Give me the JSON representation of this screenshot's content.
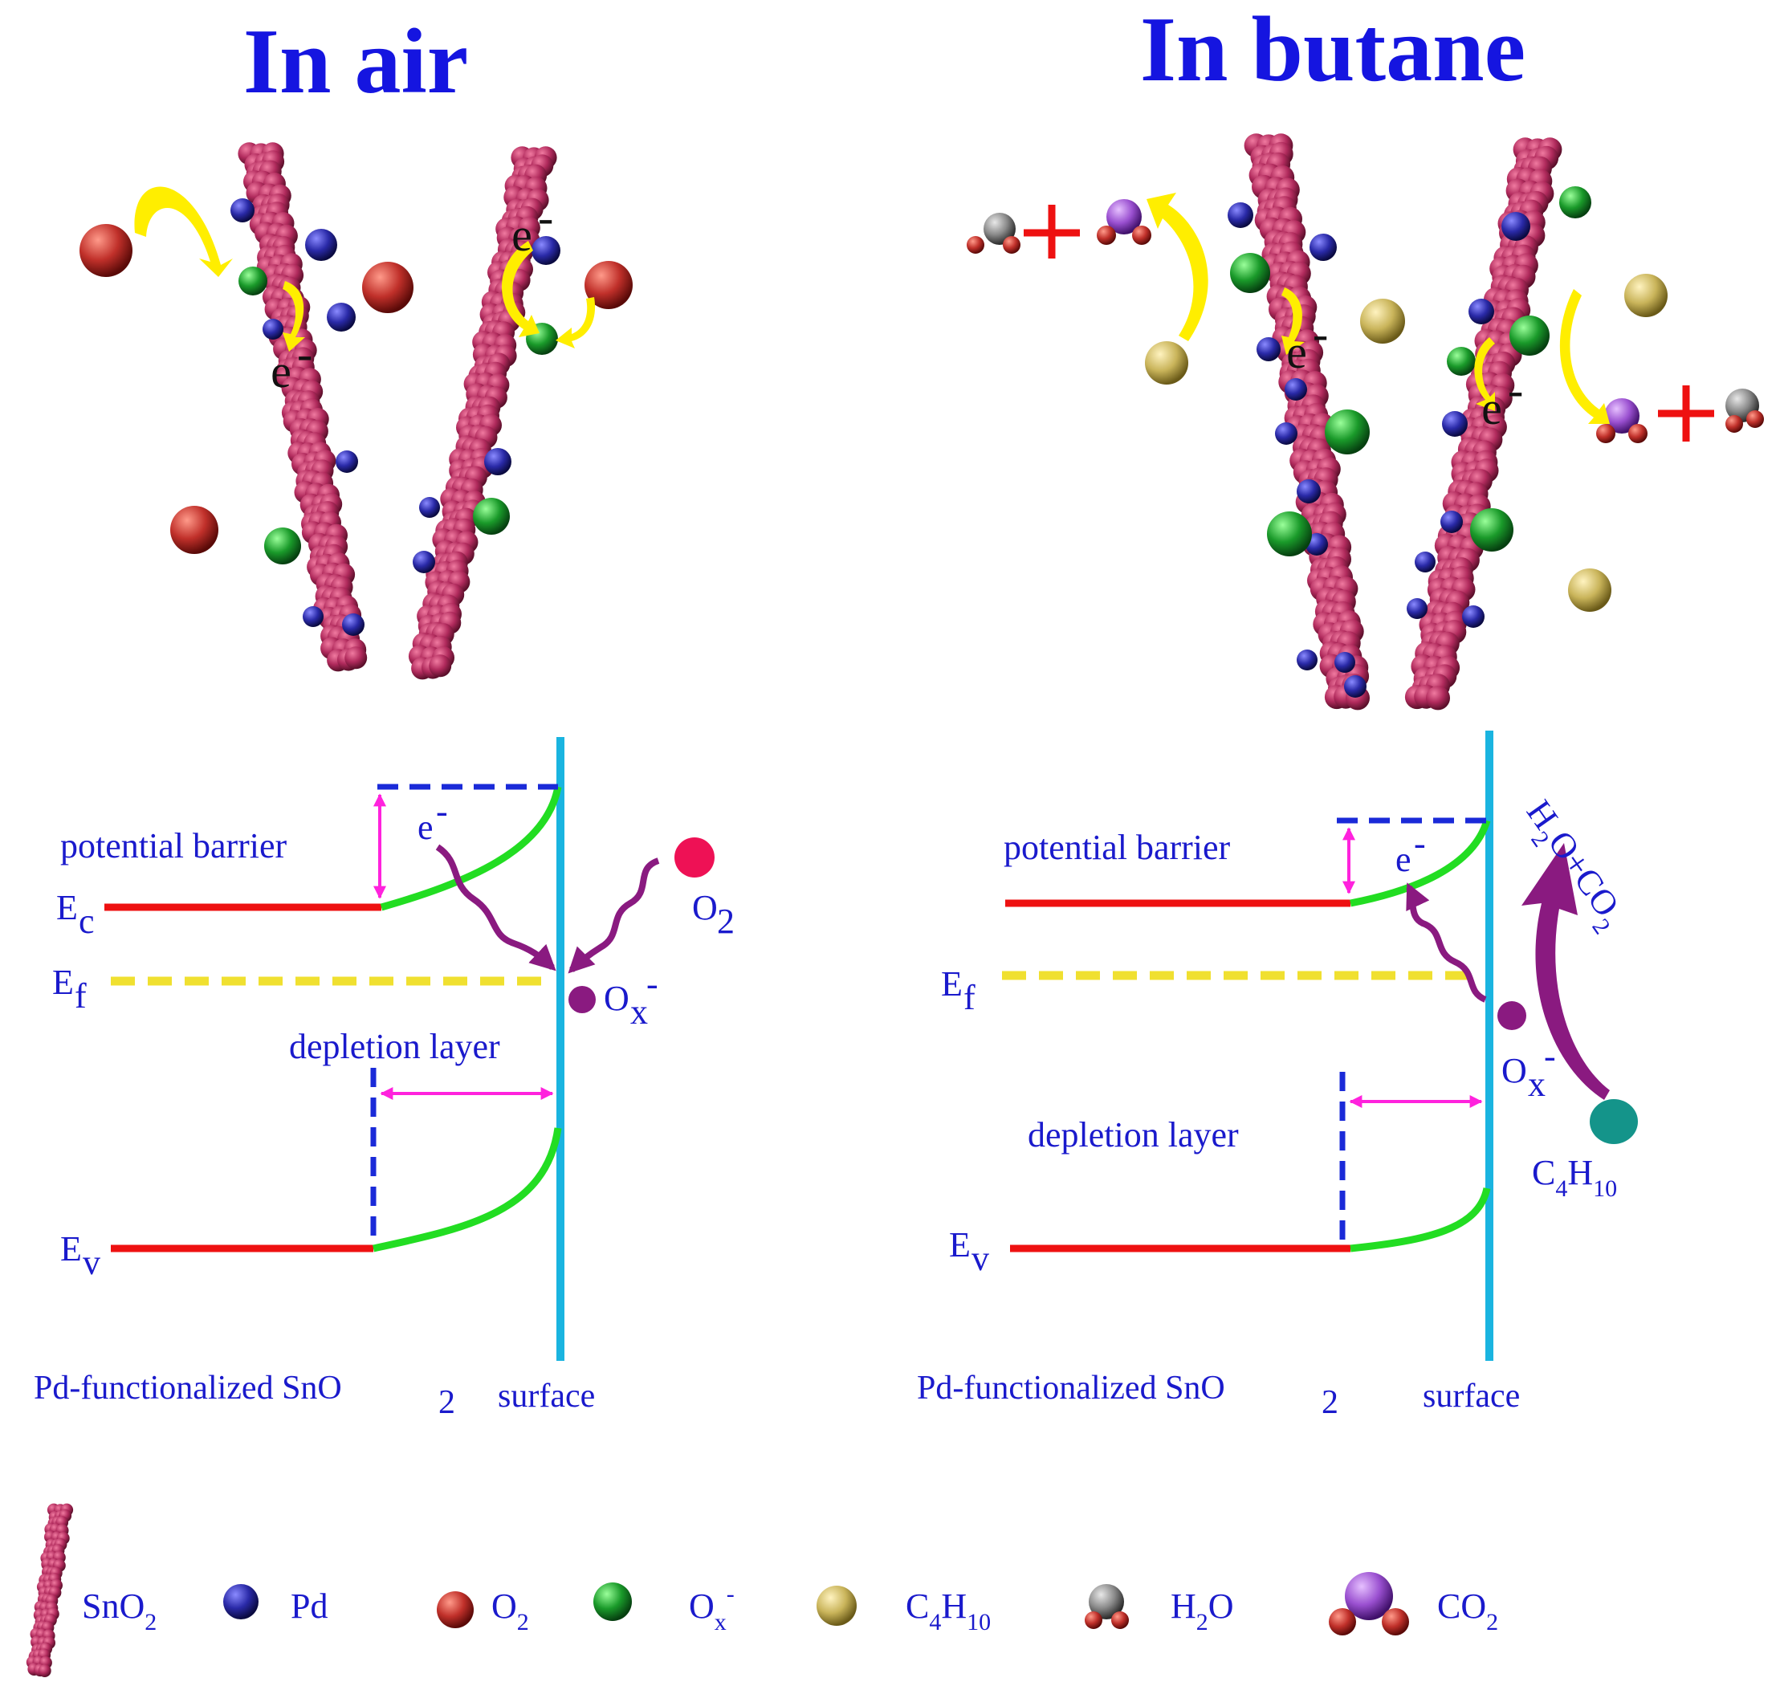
{
  "colors": {
    "title": "#1515e0",
    "text": "#1a1acc",
    "tin_oxide": "#b02a5c",
    "pd": "#2a2aa8",
    "o2": "#c0302a",
    "ox_minus": "#1a9a2a",
    "butane": "#c9b45a",
    "h2o": "#8a8a8a",
    "co2": "#9a50d0",
    "surface_line": "#1ab4e0",
    "band_flat": "#ee1111",
    "band_bend": "#22dd22",
    "fermi": "#f0e030",
    "dashed": "#1a2ad8",
    "arrow_pink": "#ff22dd",
    "arrow_purple": "#8a1a80",
    "plus": "#ee1111"
  },
  "panels": {
    "air": {
      "title": "In air",
      "electron_labels": [
        "e",
        "e"
      ],
      "diagram": {
        "potential_barrier": "potential barrier",
        "ec": "E",
        "ec_sub": "c",
        "ef": "E",
        "ef_sub": "f",
        "ev": "E",
        "ev_sub": "v",
        "depletion_layer": "depletion layer",
        "electron": "e",
        "electron_sup": "-",
        "o2": "O",
        "o2_sub": "2",
        "ox": "O",
        "ox_sub": "x",
        "ox_sup": "-",
        "material": "Pd-functionalized SnO",
        "material_sub": "2",
        "surface": "surface"
      }
    },
    "butane": {
      "title": "In butane",
      "electron_labels": [
        "e",
        "e"
      ],
      "diagram": {
        "potential_barrier": "potential barrier",
        "ef": "E",
        "ef_sub": "f",
        "ev": "E",
        "ev_sub": "v",
        "depletion_layer": "depletion layer",
        "electron": "e",
        "electron_sup": "-",
        "products": "H",
        "products_sub1": "2",
        "products_mid": "O+CO",
        "products_sub2": "2",
        "ox": "O",
        "ox_sub": "x",
        "ox_sup": "-",
        "c4h10": "C",
        "c4h10_sub1": "4",
        "c4h10_mid": "H",
        "c4h10_sub2": "10",
        "material": "Pd-functionalized SnO",
        "material_sub": "2",
        "surface": "surface"
      }
    }
  },
  "legend": {
    "sno2": "SnO",
    "sno2_sub": "2",
    "pd": "Pd",
    "o2": "O",
    "o2_sub": "2",
    "ox": "O",
    "ox_sub": "x",
    "ox_sup": "-",
    "c4h10": "C",
    "c4h10_sub1": "4",
    "c4h10_mid": "H",
    "c4h10_sub2": "10",
    "h2o": "H",
    "h2o_sub": "2",
    "h2o_end": "O",
    "co2": "CO",
    "co2_sub": "2"
  }
}
